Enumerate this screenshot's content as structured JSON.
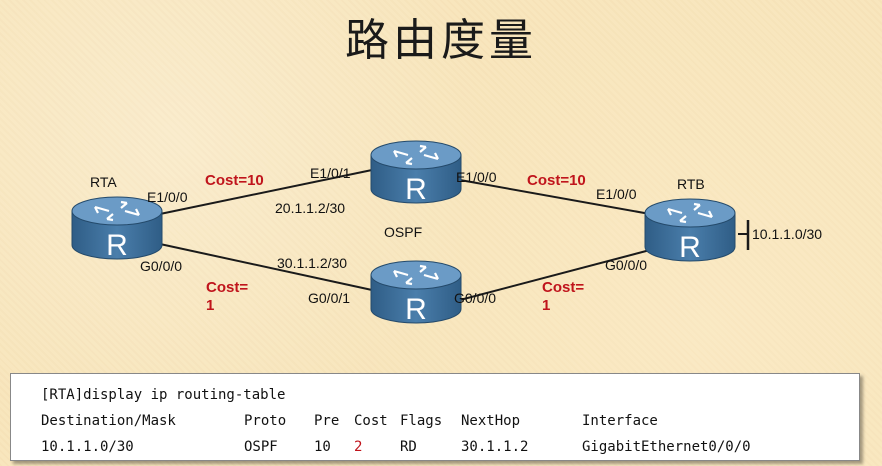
{
  "title": "路由度量",
  "routers": {
    "rta": {
      "name": "RTA",
      "icon": "R"
    },
    "rtb": {
      "name": "RTB",
      "icon": "R"
    },
    "top": {
      "icon": "R"
    },
    "bottom": {
      "icon": "R"
    }
  },
  "labels": {
    "rta_e100": "E1/0/0",
    "rta_g000": "G0/0/0",
    "top_e101": "E1/0/1",
    "top_e100": "E1/0/0",
    "top_net": "20.1.1.2/30",
    "bottom_net": "30.1.1.2/30",
    "bottom_g001": "G0/0/1",
    "bottom_g000": "G0/0/0",
    "rtb_e100": "E1/0/0",
    "rtb_g000": "G0/0/0",
    "rtb_net": "10.1.1.0/30",
    "protocol": "OSPF"
  },
  "costs": {
    "top_left": "Cost=10",
    "top_right": "Cost=10",
    "bottom_left_1": "Cost=",
    "bottom_left_2": "1",
    "bottom_right_1": "Cost=",
    "bottom_right_2": "1"
  },
  "command": {
    "prompt": "[RTA]display ip routing-table",
    "headers": [
      "Destination/Mask",
      "Proto",
      "Pre",
      "Cost",
      "Flags",
      "NextHop",
      "Interface"
    ],
    "row": [
      "10.1.1.0/30",
      "OSPF",
      "10",
      "2",
      "RD",
      "30.1.1.2",
      "GigabitEthernet0/0/0"
    ]
  },
  "colors": {
    "cost": "#c0141c",
    "router_body": "#3d6f99",
    "router_top": "#5a8cb8"
  }
}
